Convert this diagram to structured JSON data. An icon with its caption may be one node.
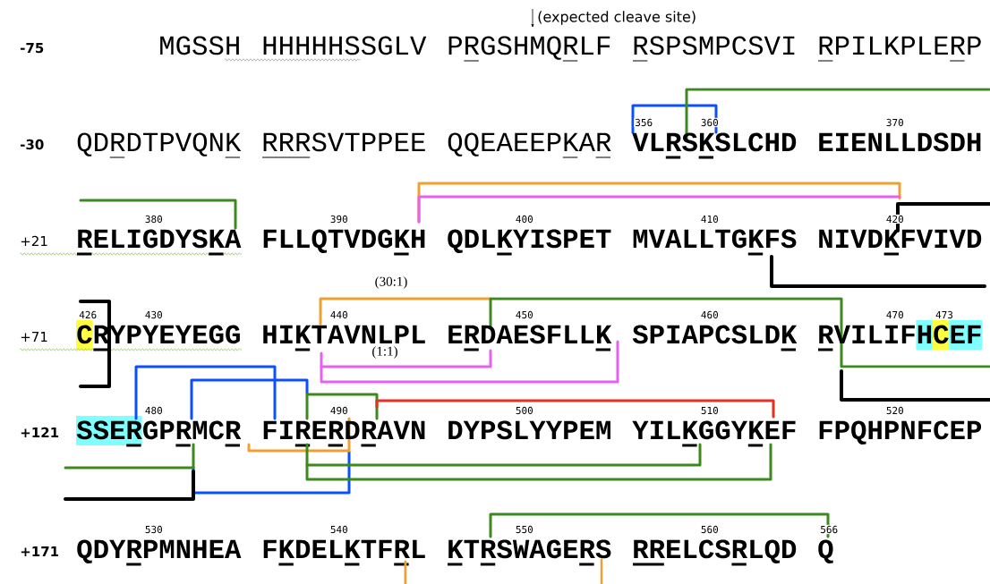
{
  "diagram": {
    "labels": [
      "(expected cleave site)",
      "-75",
      "MGSSH",
      "HHHHHSSGLV",
      "PRGSHMQRLF",
      "RSPSMPCSVI",
      "RPILKPLERP",
      "356",
      "360",
      "370",
      "-30",
      "QDRDTPVQNK",
      "RRRSVTPPEE",
      "QQEAEEPKAR",
      "VLRSKSLCHD",
      "EIENLLDSDH",
      "380",
      "390",
      "400",
      "410",
      "420",
      "+21",
      "RELIGDYSKA",
      "FLLQTVDGKH",
      "QDLKYISPET",
      "MVALLTGKFS",
      "NIVDKFVIVD",
      "(30:1)",
      "426",
      "430",
      "440",
      "450",
      "460",
      "470",
      "473",
      "+71",
      "CRYPYEYEGG",
      "HIKTAVNLPL",
      "ERDAESFLLK",
      "SPIAPCSLDK",
      "RVILIFHCEF",
      "(1:1)",
      "480",
      "490",
      "500",
      "510",
      "520",
      "+121",
      "SSERGPRMCR",
      "FIRERDRAVN",
      "DYPSLYYPEM",
      "YILKGGYKEF",
      "FPQHPNFCEP",
      "530",
      "540",
      "550",
      "560",
      "566",
      "+171",
      "QDYRPMNHEA",
      "FKDELKTFRL",
      "KTRSWAGERS",
      "RRELCSRLQD",
      "Q"
    ]
  }
}
